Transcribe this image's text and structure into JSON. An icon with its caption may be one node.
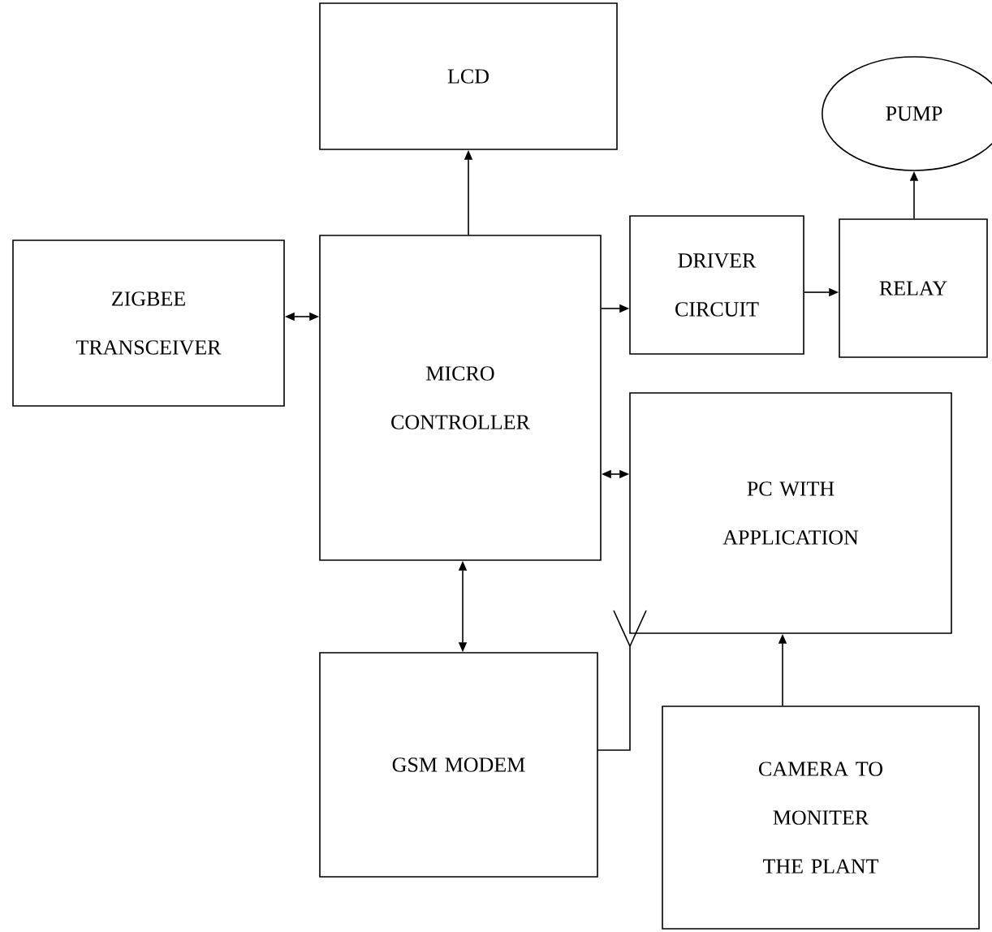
{
  "diagram": {
    "nodes": [
      {
        "text": [
          "LCD"
        ]
      },
      {
        "text": [
          "PUMP"
        ]
      },
      {
        "text": [
          "ZIGBEE TRANSCEIVER"
        ]
      },
      {
        "text": [
          "MICRO CONTROLLER"
        ]
      },
      {
        "text": [
          "DRIVER CIRCUIT"
        ]
      },
      {
        "text": [
          "RELAY"
        ]
      },
      {
        "text": [
          "PC WITH APPLICATION"
        ]
      },
      {
        "text": [
          "GSM MODEM"
        ]
      },
      {
        "text": [
          "CAMERA TO MONITER THE PLANT"
        ]
      }
    ],
    "edges": [
      {
        "from": 3,
        "to": 0,
        "arrow": "to"
      },
      {
        "from": 2,
        "to": 3,
        "arrow": "both"
      },
      {
        "from": 3,
        "to": 4,
        "arrow": "to"
      },
      {
        "from": 4,
        "to": 5,
        "arrow": "to"
      },
      {
        "from": 5,
        "to": 1,
        "arrow": "to"
      },
      {
        "from": 3,
        "to": 6,
        "arrow": "both"
      },
      {
        "from": 3,
        "to": 7,
        "arrow": "both"
      },
      {
        "from": 8,
        "to": 6,
        "arrow": "to"
      }
    ]
  }
}
